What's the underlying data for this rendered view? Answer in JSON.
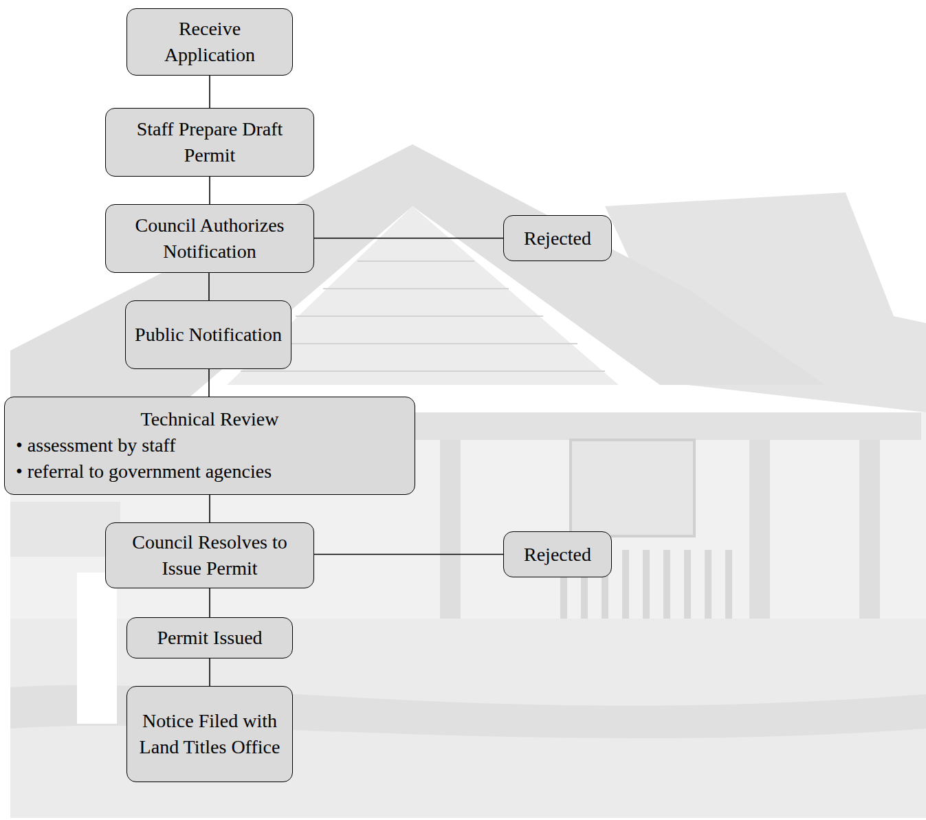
{
  "diagram": {
    "nodes": [
      {
        "text": [
          "Receive Application"
        ]
      },
      {
        "text": [
          "Staff Prepare Draft Permit"
        ]
      },
      {
        "text": [
          "Council Authorizes Notification"
        ]
      },
      {
        "text": [
          "Rejected"
        ]
      },
      {
        "text": [
          "Public Notification"
        ]
      },
      {
        "text": [
          "Technical Review",
          "• assessment by staff",
          "• referral to government agencies"
        ]
      },
      {
        "text": [
          "Council Resolves to Issue Permit"
        ]
      },
      {
        "text": [
          "Rejected"
        ]
      },
      {
        "text": [
          "Permit Issued"
        ]
      },
      {
        "text": [
          "Notice Filed with Land Titles Office"
        ]
      }
    ],
    "edges": [
      {
        "from": 0,
        "to": 1,
        "arrow": "none"
      },
      {
        "from": 1,
        "to": 2,
        "arrow": "none"
      },
      {
        "from": 2,
        "to": 3,
        "arrow": "none"
      },
      {
        "from": 2,
        "to": 4,
        "arrow": "none"
      },
      {
        "from": 4,
        "to": 5,
        "arrow": "none"
      },
      {
        "from": 5,
        "to": 6,
        "arrow": "none"
      },
      {
        "from": 6,
        "to": 7,
        "arrow": "none"
      },
      {
        "from": 6,
        "to": 8,
        "arrow": "none"
      },
      {
        "from": 8,
        "to": 9,
        "arrow": "none"
      }
    ]
  }
}
